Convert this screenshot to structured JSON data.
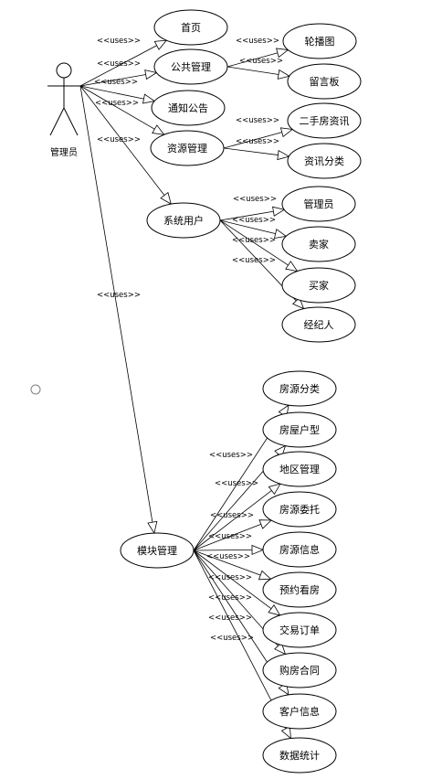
{
  "actor": {
    "label": "管理员"
  },
  "stereotype": "<<uses>>",
  "use_cases": {
    "home": "首页",
    "public_mgmt": "公共管理",
    "notice": "通知公告",
    "resource_mgmt": "资源管理",
    "system_users": "系统用户",
    "module_mgmt": "模块管理",
    "carousel": "轮播图",
    "message_board": "留言板",
    "second_hand_news": "二手房资讯",
    "news_category": "资讯分类",
    "admin": "管理员",
    "seller": "卖家",
    "buyer": "买家",
    "agent": "经纪人",
    "house_category": "房源分类",
    "house_type": "房屋户型",
    "area_mgmt": "地区管理",
    "house_entrust": "房源委托",
    "house_info": "房源信息",
    "appointment": "预约看房",
    "order": "交易订单",
    "contract": "购房合同",
    "customer_info": "客户信息",
    "statistics": "数据统计"
  }
}
